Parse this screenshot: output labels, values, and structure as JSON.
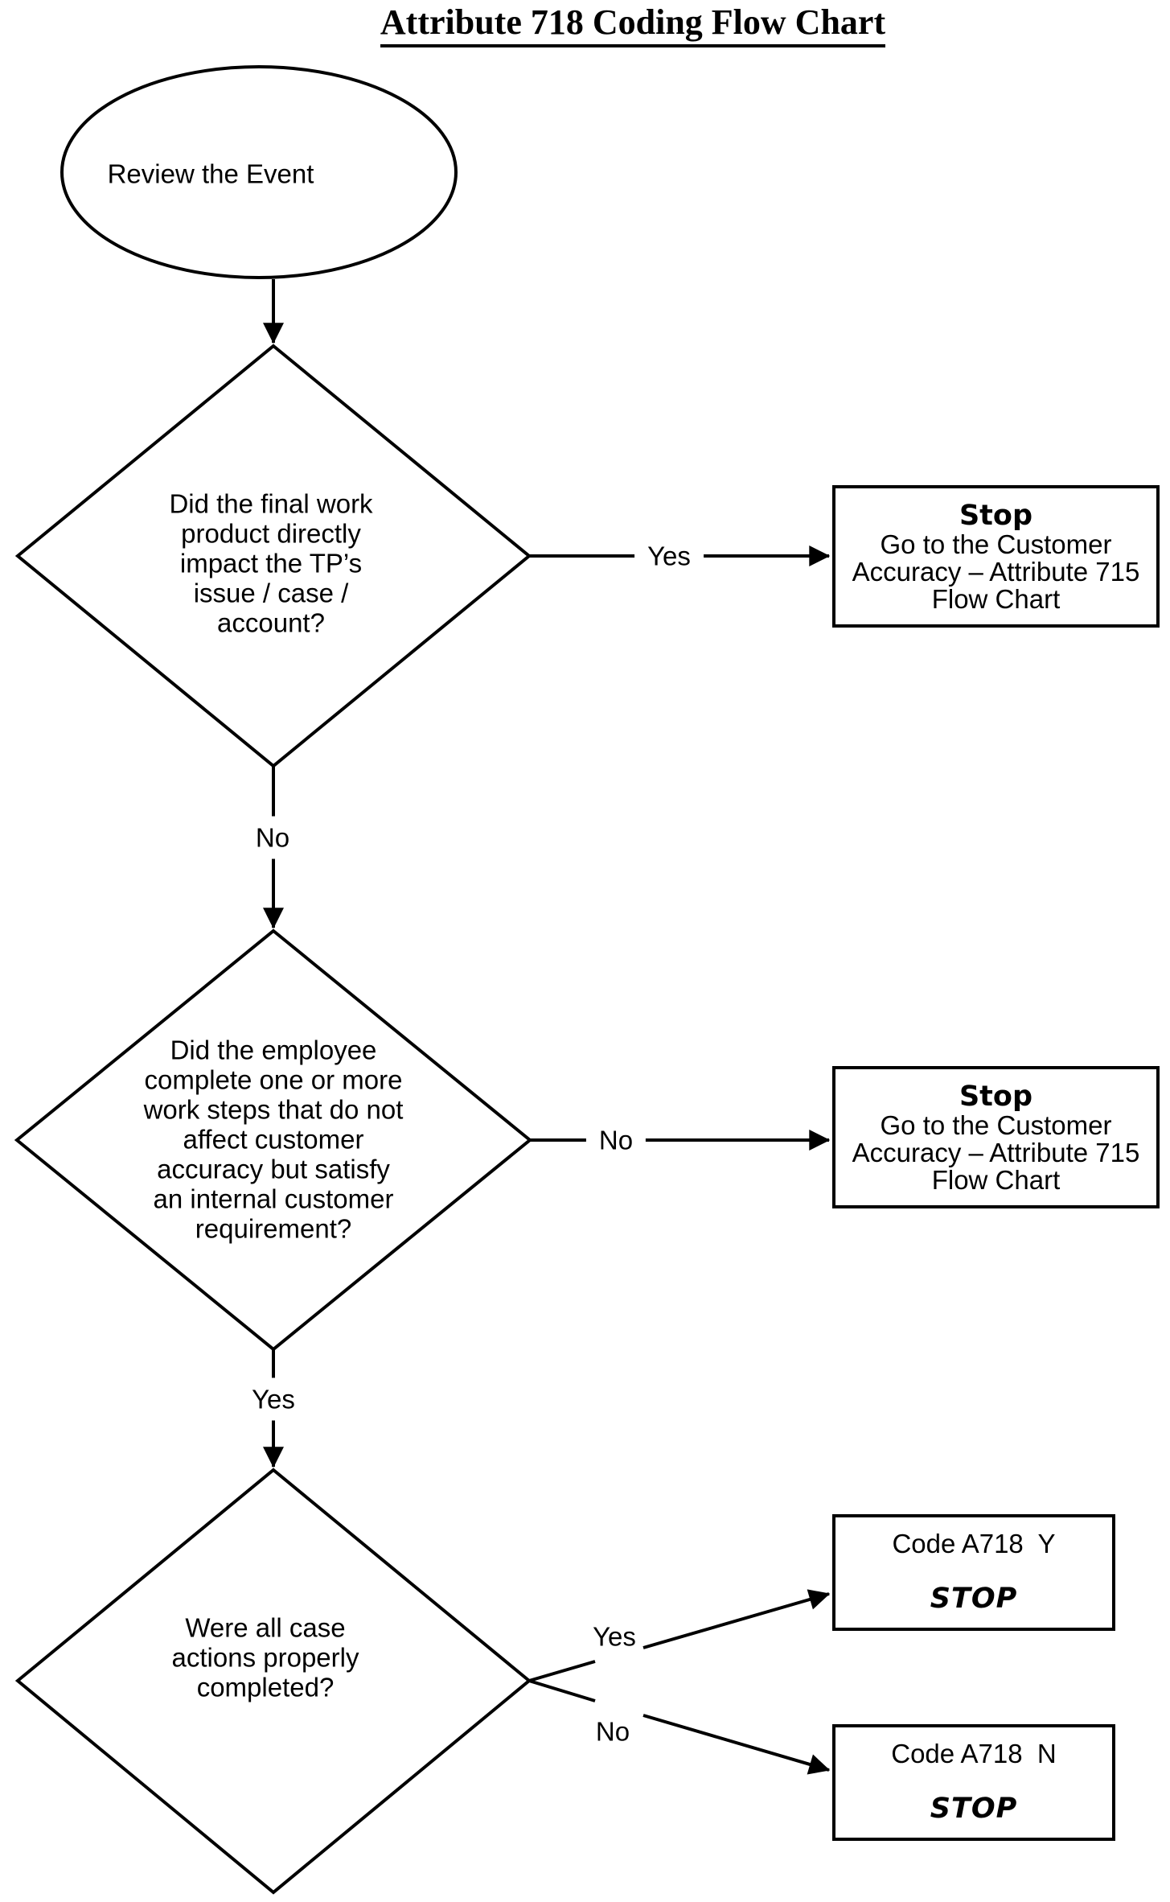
{
  "title": "Attribute 718 Coding Flow Chart",
  "colors": {
    "ink": "#000000",
    "paper": "#ffffff"
  },
  "nodes": {
    "start": {
      "label": "Review the Event"
    },
    "decision1": {
      "lines": [
        "Did the final work",
        "product directly",
        "impact the TP’s",
        "issue / case /",
        "account?"
      ]
    },
    "decision2": {
      "lines": [
        "Did the employee",
        "complete one or more",
        "work steps that do not",
        "affect customer",
        "accuracy but satisfy",
        "an internal customer",
        "requirement?"
      ]
    },
    "decision3": {
      "lines": [
        "Were all case",
        "actions properly",
        "completed?"
      ]
    },
    "stop1": {
      "heading": "Stop",
      "lines": [
        "Go to the Customer",
        "Accuracy – Attribute 715",
        "Flow Chart"
      ]
    },
    "stop2": {
      "heading": "Stop",
      "lines": [
        "Go to the Customer",
        "Accuracy – Attribute 715",
        "Flow Chart"
      ]
    },
    "code_yes": {
      "code": "Code A718  Y",
      "stop": "STOP"
    },
    "code_no": {
      "code": "Code A718  N",
      "stop": "STOP"
    }
  },
  "edge_labels": {
    "d1_yes": "Yes",
    "d1_no": "No",
    "d2_no": "No",
    "d2_yes": "Yes",
    "d3_yes": "Yes",
    "d3_no": "No"
  }
}
